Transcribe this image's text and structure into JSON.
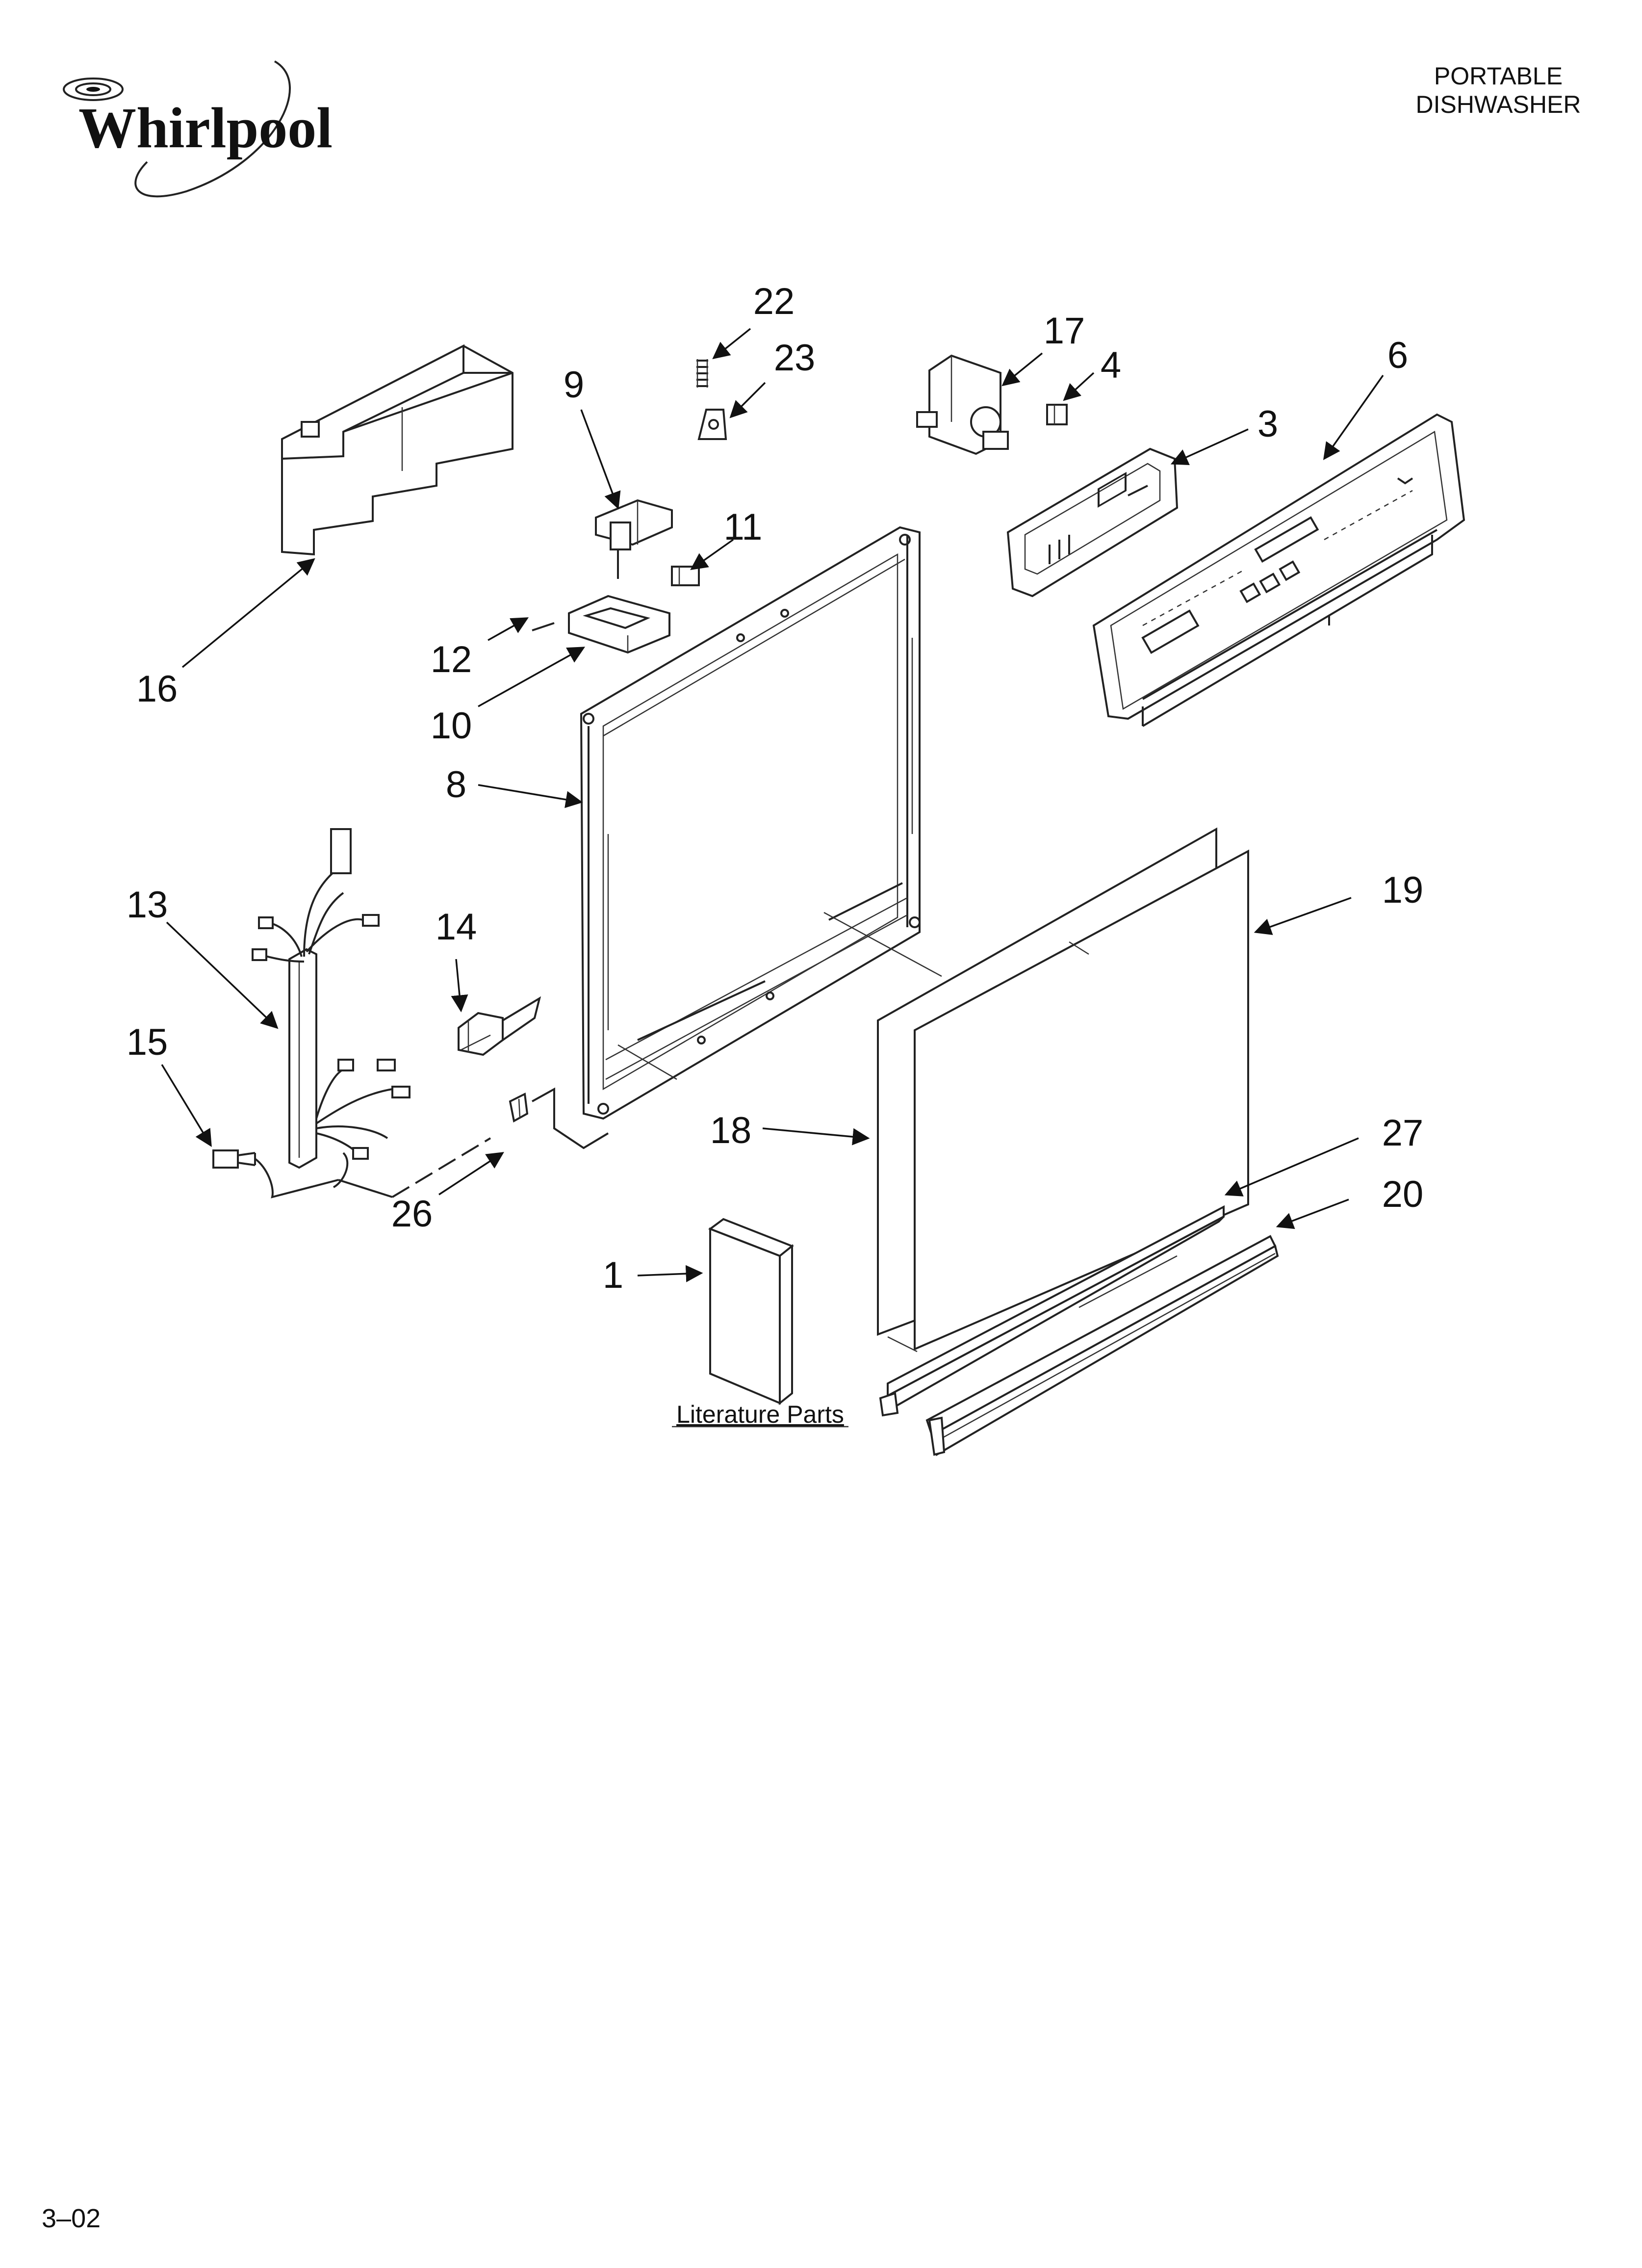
{
  "header": {
    "brand": "Whirlpool",
    "product_line1": "PORTABLE",
    "product_line2": "DISHWASHER"
  },
  "callouts": {
    "c1": "1",
    "c3": "3",
    "c4": "4",
    "c6": "6",
    "c8": "8",
    "c9": "9",
    "c10": "10",
    "c11": "11",
    "c12": "12",
    "c13": "13",
    "c14": "14",
    "c15": "15",
    "c16": "16",
    "c17": "17",
    "c18": "18",
    "c19": "19",
    "c20": "20",
    "c22": "22",
    "c23": "23",
    "c26": "26",
    "c27": "27"
  },
  "literature_label": "Literature Parts",
  "footer": {
    "code": "3–02"
  }
}
